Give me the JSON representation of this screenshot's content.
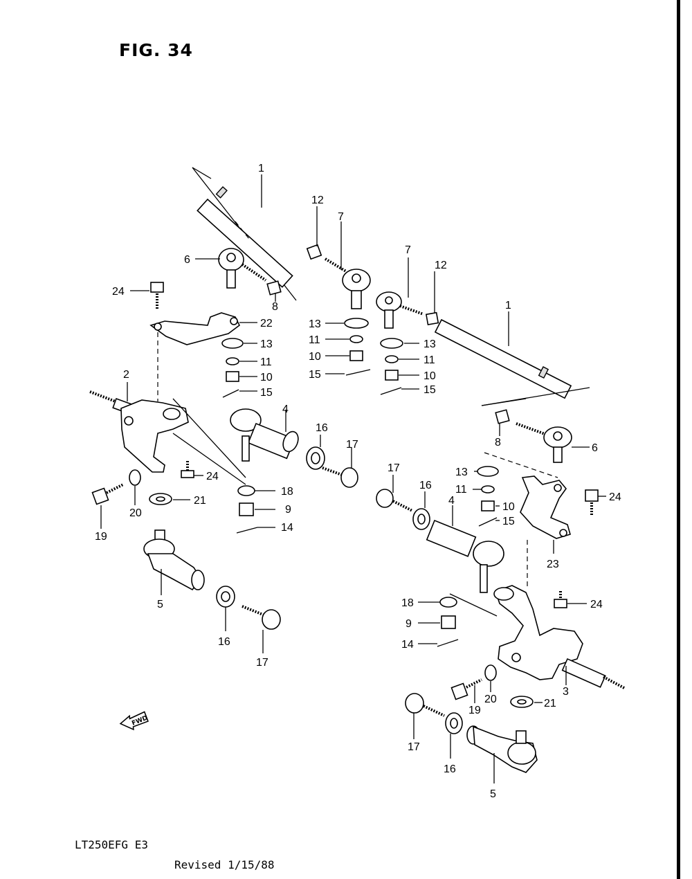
{
  "figure": {
    "title": "FIG. 34",
    "model": "LT250EFG E3",
    "revised": "Revised  1/15/88"
  },
  "fwd_arrow": {
    "label": "FWD"
  },
  "callouts": {
    "c1a": "1",
    "c1b": "1",
    "c2": "2",
    "c3": "3",
    "c4a": "4",
    "c4b": "4",
    "c5a": "5",
    "c5b": "5",
    "c6a": "6",
    "c6b": "6",
    "c7a": "7",
    "c7b": "7",
    "c8a": "8",
    "c8b": "8",
    "c9a": "9",
    "c9b": "9",
    "c10a": "10",
    "c10b": "10",
    "c10c": "10",
    "c10d": "10",
    "c11a": "11",
    "c11b": "11",
    "c11c": "11",
    "c11d": "11",
    "c12a": "12",
    "c12b": "12",
    "c13a": "13",
    "c13b": "13",
    "c13c": "13",
    "c13d": "13",
    "c14a": "14",
    "c14b": "14",
    "c15a": "15",
    "c15b": "15",
    "c15c": "15",
    "c15d": "15",
    "c16a": "16",
    "c16b": "16",
    "c16c": "16",
    "c16d": "16",
    "c17a": "17",
    "c17b": "17",
    "c17c": "17",
    "c17d": "17",
    "c18a": "18",
    "c18b": "18",
    "c19a": "19",
    "c19b": "19",
    "c20a": "20",
    "c20b": "20",
    "c21a": "21",
    "c21b": "21",
    "c22": "22",
    "c23": "23",
    "c24a": "24",
    "c24b": "24",
    "c24c": "24",
    "c24d": "24"
  }
}
